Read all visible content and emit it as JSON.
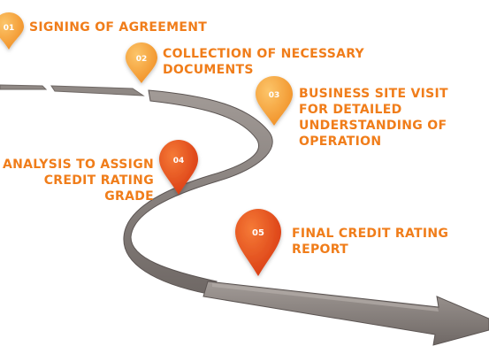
{
  "steps": [
    {
      "number": "01",
      "label": "SIGNING OF AGREEMENT"
    },
    {
      "number": "02",
      "label": "COLLECTION OF NECESSARY\nDOCUMENTS"
    },
    {
      "number": "03",
      "label": "BUSINESS SITE VISIT\nFOR DETAILED\nUNDERSTANDING OF\nOPERATION"
    },
    {
      "number": "04",
      "label": "ANALYSIS TO ASSIGN\nCREDIT RATING\nGRADE"
    },
    {
      "number": "05",
      "label": "FINAL CREDIT RATING\nREPORT"
    }
  ],
  "colors": {
    "label_text": "#f07d1a",
    "pin_light": "#f7a83a",
    "pin_dark": "#e8461c",
    "road_top": "#8c8582",
    "road_edge": "#5c5553",
    "background": "#ffffff"
  }
}
